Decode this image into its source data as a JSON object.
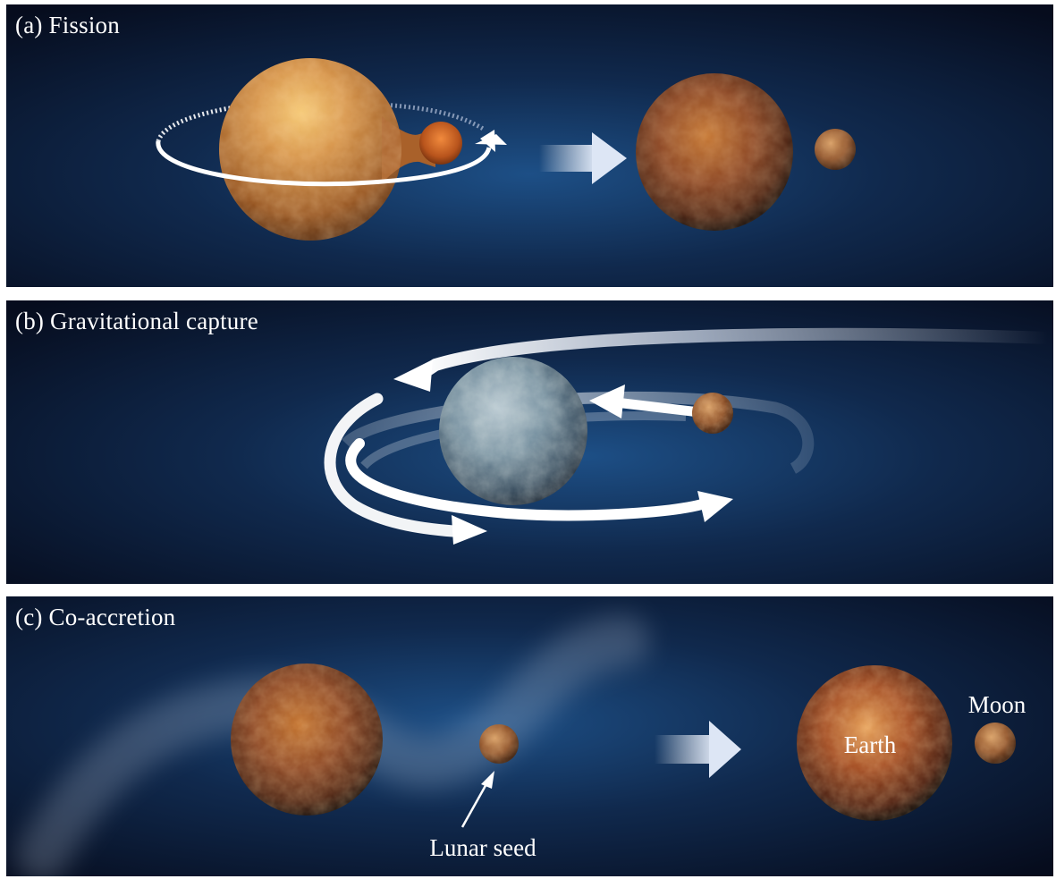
{
  "panels": {
    "a": {
      "title": "(a) Fission"
    },
    "b": {
      "title": "(b) Gravitational capture"
    },
    "c": {
      "title": "(c) Co-accretion",
      "labels": {
        "lunar_seed": "Lunar seed",
        "earth": "Earth",
        "moon": "Moon"
      }
    }
  },
  "colors": {
    "background": "#0d1b33",
    "glow": "#1d4f86",
    "arrow": "#ffffff",
    "planet_rock": "#8a4a22",
    "earth_like": "#6f8a9b"
  }
}
